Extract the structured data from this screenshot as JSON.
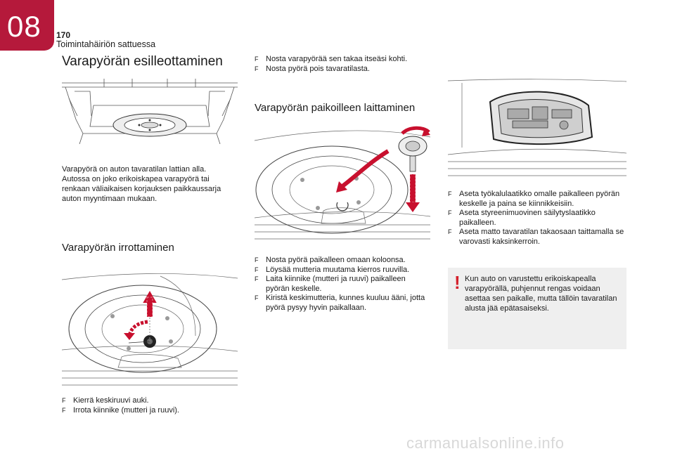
{
  "header": {
    "chapter_number": "08",
    "page_number": "170",
    "chapter_title": "Toimintahäiriön sattuessa"
  },
  "col1": {
    "title": "Varapyörän esilleottaminen",
    "intro": "Varapyörä on auton tavaratilan lattian alla.\nAutossa on joko erikoiskapea varapyörä tai renkaan väliaikaisen korjauksen paikkaussarja auton myyntimaan mukaan.",
    "subtitle": "Varapyörän irrottaminen",
    "steps": [
      "Kierrä keskiruuvi auki.",
      "Irrota kiinnike (mutteri ja ruuvi)."
    ]
  },
  "col2": {
    "top_steps": [
      "Nosta varapyörää sen takaa itseäsi kohti.",
      "Nosta pyörä pois tavaratilasta."
    ],
    "title": "Varapyörän paikoilleen laittaminen",
    "steps": [
      "Nosta pyörä paikalleen omaan koloonsa.",
      "Löysää mutteria muutama kierros ruuvilla.",
      "Laita kiinnike (mutteri ja ruuvi) paikalleen pyörän keskelle.",
      "Kiristä keskimutteria, kunnes kuuluu ääni, jotta pyörä pysyy hyvin paikallaan."
    ]
  },
  "col3": {
    "steps": [
      "Aseta työkalulaatikko omalle paikalleen pyörän keskelle ja paina se kiinnikkeisiin.",
      "Aseta styreenimuovinen säilytyslaatikko paikalleen.",
      "Aseta matto tavaratilan takaosaan taittamalla se varovasti kaksinkerroin."
    ],
    "note_mark": "!",
    "note": "Kun auto on varustettu erikoiskapealla varapyörällä, puhjennut rengas voidaan asettaa sen paikalle, mutta tällöin tavaratilan alusta jää epätasaiseksi."
  },
  "bullet_glyph": "F",
  "footer": "carmanualsonline.info",
  "colors": {
    "brand": "#b5193b",
    "arrow": "#c8102e",
    "note_bg": "#efefef",
    "warning": "#d4202b"
  }
}
